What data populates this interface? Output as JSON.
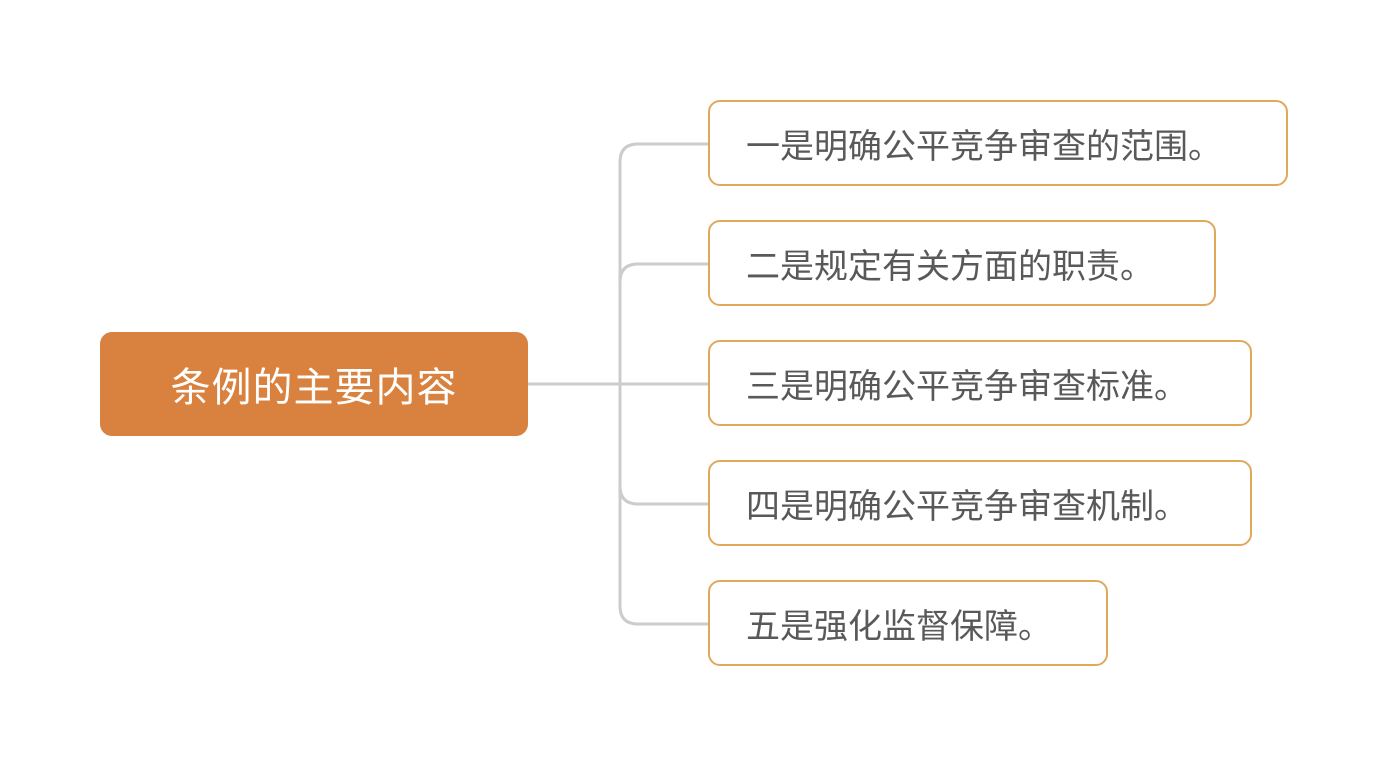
{
  "colors": {
    "root_fill": "#d9823f",
    "branch_border": "#e0a85a",
    "connector": "#cccccc",
    "branch_text": "#595959",
    "root_text": "#ffffff"
  },
  "root": {
    "label": "条例的主要内容"
  },
  "branches": [
    {
      "label": "一是明确公平竞争审查的范围。"
    },
    {
      "label": "二是规定有关方面的职责。"
    },
    {
      "label": "三是明确公平竞争审查标准。"
    },
    {
      "label": "四是明确公平竞争审查机制。"
    },
    {
      "label": "五是强化监督保障。"
    }
  ]
}
